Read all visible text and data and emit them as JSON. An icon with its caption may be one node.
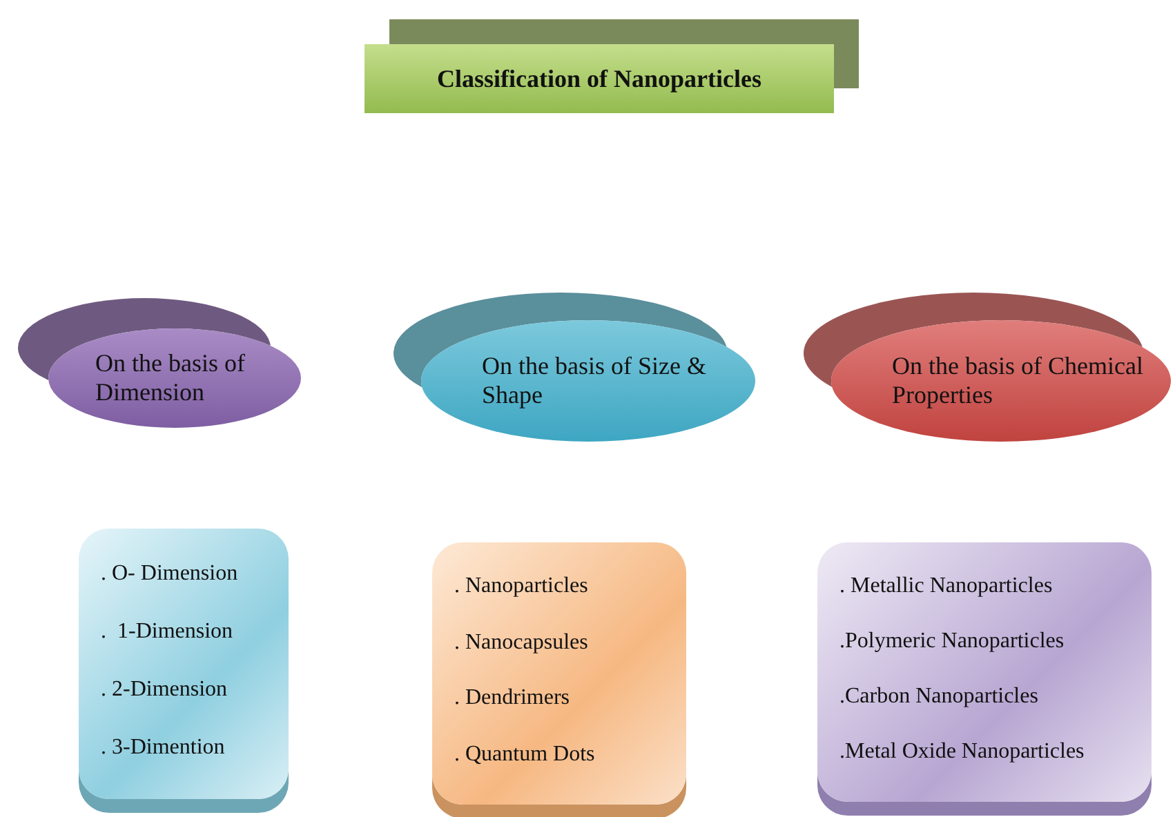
{
  "diagram": {
    "nodes": [
      {
        "text": [
          "Classification of Nanoparticles"
        ]
      },
      {
        "text": [
          "On the basis of Dimension"
        ]
      },
      {
        "text": [
          "On the basis of Size & Shape"
        ]
      },
      {
        "text": [
          "On the basis of Chemical Properties"
        ]
      },
      {
        "text": [
          ". O- Dimension",
          ".  1-Dimension",
          ". 2-Dimension",
          ". 3-Dimention"
        ]
      },
      {
        "text": [
          ". Nanoparticles",
          ". Nanocapsules",
          ". Dendrimers",
          ". Quantum Dots"
        ]
      },
      {
        "text": [
          ". Metallic Nanoparticles",
          ".Polymeric Nanoparticles",
          ".Carbon Nanoparticles",
          ".Metal Oxide Nanoparticles"
        ]
      }
    ],
    "edges": []
  }
}
